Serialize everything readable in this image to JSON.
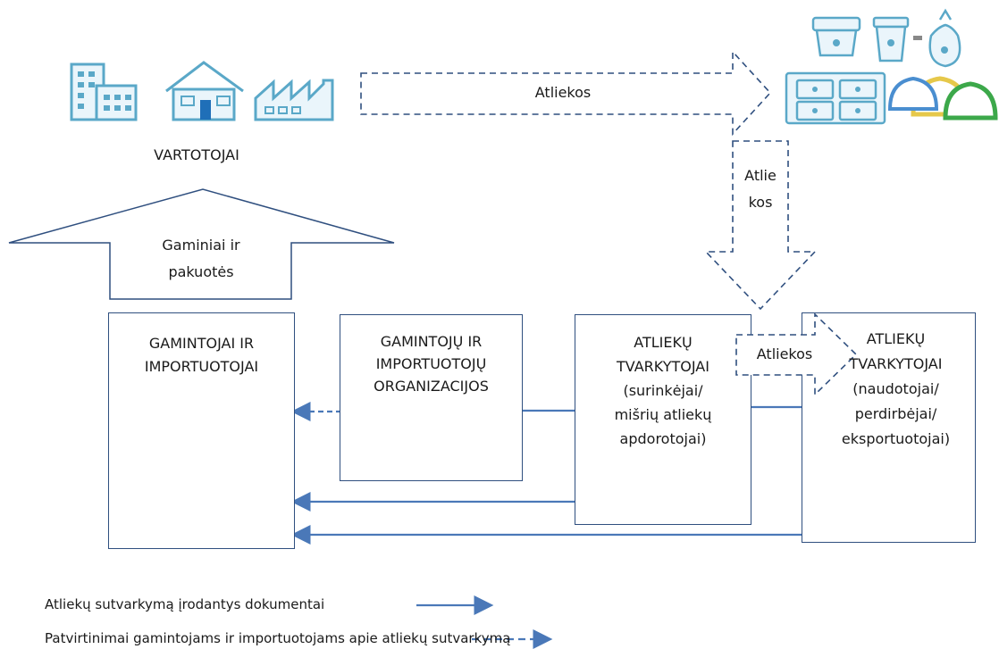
{
  "consumers_label": "VARTOTOJAI",
  "arrow_top_label": "Atliekos",
  "arrow_down_label": [
    "Atlie",
    "kos"
  ],
  "products_arrow_label": [
    "Gaminiai ir",
    "pakuotės"
  ],
  "boxes": {
    "producers": [
      "GAMINTOJAI IR",
      "IMPORTUOTOJAI"
    ],
    "organizations": [
      "GAMINTOJŲ IR",
      "IMPORTUOTOJŲ",
      "ORGANIZACIJOS"
    ],
    "collectors": [
      "ATLIEKŲ",
      "TVARKYTOJAI",
      "(surinkėjai/",
      "mišrių atliekų",
      "apdorotojai)"
    ],
    "processors": [
      "ATLIEKŲ",
      "TVARKYTOJAI",
      "(naudotojai/",
      "perdirbėjai/",
      "eksportuotojai)"
    ]
  },
  "mid_arrow_label": "Atliekos",
  "legend": {
    "solid": "Atliekų sutvarkymą įrodantys dokumentai",
    "dashed": "Patvirtinimai gamintojams ir importuotojams apie atliekų sutvarkymą"
  },
  "colors": {
    "arrow_blue": "#4a78b8",
    "outline_dark": "#2f4f7f",
    "icon_teal": "#5aa8c8",
    "bin_yellow": "#e6c84a",
    "bin_green": "#3ca84a"
  },
  "icons": [
    "buildings-icon",
    "house-icon",
    "factory-icon",
    "recycling-bins-icon"
  ]
}
